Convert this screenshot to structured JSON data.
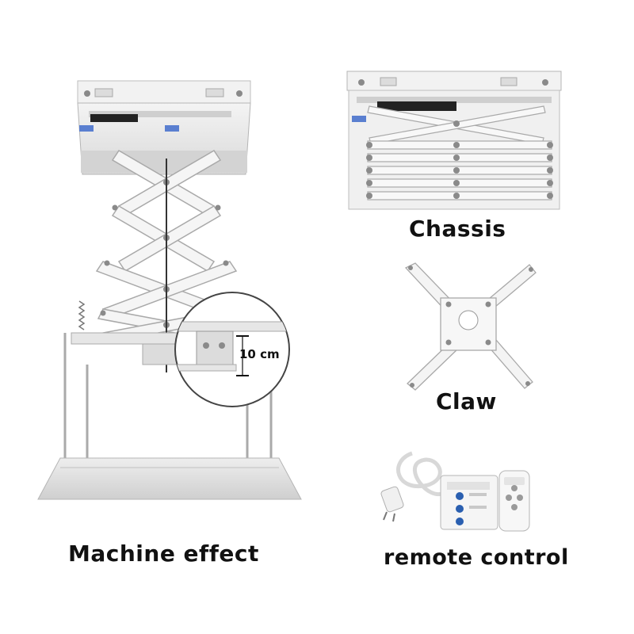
{
  "captions": {
    "machine_effect": "Machine effect",
    "chassis": "Chassis",
    "claw": "Claw",
    "remote_control": "remote control"
  },
  "callout": {
    "dimension_label": "10 cm"
  },
  "colors": {
    "frame": "#e9e9e9",
    "frame_shadow": "#bdbdbd",
    "arm": "#f3f3f3",
    "arm_edge": "#a9a9a9",
    "bolt": "#8a8a8a",
    "blue_button": "#2a5fb0",
    "text": "#111111"
  }
}
